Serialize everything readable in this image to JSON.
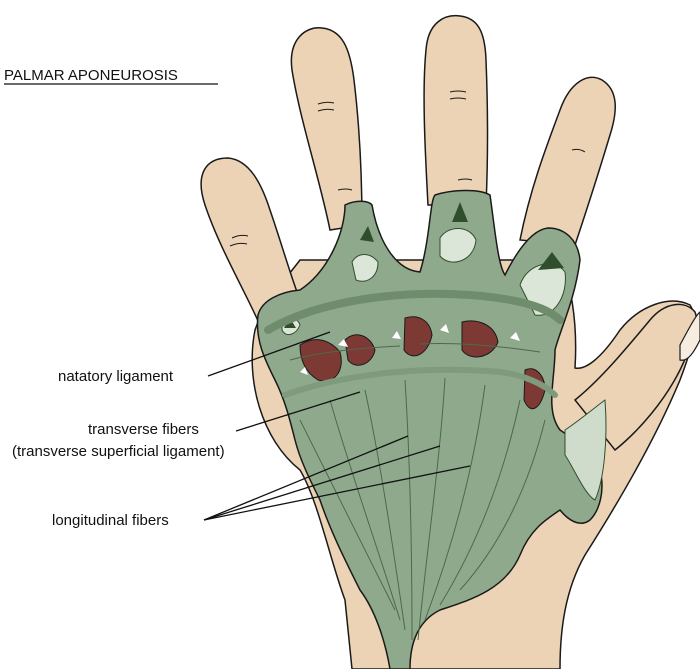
{
  "title": "PALMAR APONEUROSIS",
  "labels": {
    "natatory": "natatory ligament",
    "transverse_1": "transverse fibers",
    "transverse_2": "(transverse superficial ligament)",
    "longitudinal": "longitudinal fibers"
  },
  "colors": {
    "skin": "#ecd3b5",
    "skin_shade": "#e3c4a2",
    "aponeurosis": "#8fa98d",
    "aponeurosis_light": "#b9ccb6",
    "aponeurosis_dark": "#5f7c5e",
    "muscle": "#7d3a34",
    "dark_green": "#2f4f2c",
    "outline": "#1a1a1a"
  }
}
